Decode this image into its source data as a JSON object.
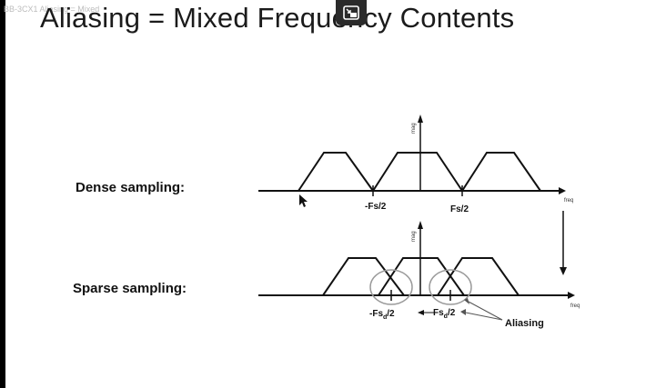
{
  "overlay": {
    "caption": "BB-3CX1 Aliasing = Mixed"
  },
  "slide": {
    "title": "Aliasing = Mixed Frequency Contents"
  },
  "controls": {
    "pip_icon": "picture-in-picture-exit-icon"
  },
  "diagram": {
    "dense": {
      "row_label": "Dense sampling:",
      "axis_y_label": "mag",
      "axis_x_label": "freq",
      "tick_left": "-Fs/2",
      "tick_right": "Fs/2"
    },
    "sparse": {
      "row_label": "Sparse sampling:",
      "axis_y_label": "mag",
      "axis_x_label": "freq",
      "tick_left_main": "-Fs",
      "tick_left_sub": "d",
      "tick_left_tail": "/2",
      "tick_right_main": "Fs",
      "tick_right_sub": "d",
      "tick_right_tail": "/2",
      "annotation": "Aliasing"
    },
    "colors": {
      "ink": "#111111",
      "circle": "#9a9a9a"
    }
  }
}
